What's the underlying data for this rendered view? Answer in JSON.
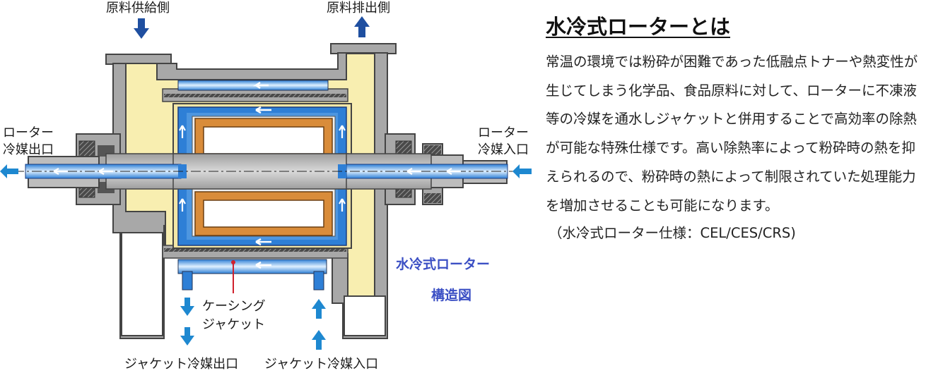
{
  "diagram": {
    "labels": {
      "material_inlet": "原料供給側",
      "material_outlet": "原料排出側",
      "rotor_outlet_line1": "ローター",
      "rotor_outlet_line2": "冷媒出口",
      "rotor_inlet_line1": "ローター",
      "rotor_inlet_line2": "冷媒入口",
      "casing_jacket_line1": "ケーシング",
      "casing_jacket_line2": "ジャケット",
      "jacket_outlet": "ジャケット冷媒出口",
      "jacket_inlet": "ジャケット冷媒入口",
      "caption_line1": "水冷式ローター",
      "caption_line2": "構造図"
    },
    "colors": {
      "flow_arrow": "#1e88d0",
      "feed_arrow": "#1f4fa0",
      "coolant": "#2e7fd6",
      "housing": "#f8eeb0",
      "rotor_core": "#d98c3a",
      "steel": "#a8a8a8",
      "caption": "#3b4fc4"
    }
  },
  "text": {
    "heading": "水冷式ローターとは",
    "body": "常温の環境では粉砕が困難であった低融点トナーや熱変性が生じてしまう化学品、食品原料に対して、ローターに不凍液等の冷媒を通水しジャケットと併用することで高効率の除熱が可能な特殊仕様です。高い除熱率によって粉砕時の熱を抑えられるので、粉砕時の熱によって制限されていた処理能力を増加させることも可能になります。",
    "spec_note": "（水冷式ローター仕様：CEL/CES/CRS)"
  }
}
